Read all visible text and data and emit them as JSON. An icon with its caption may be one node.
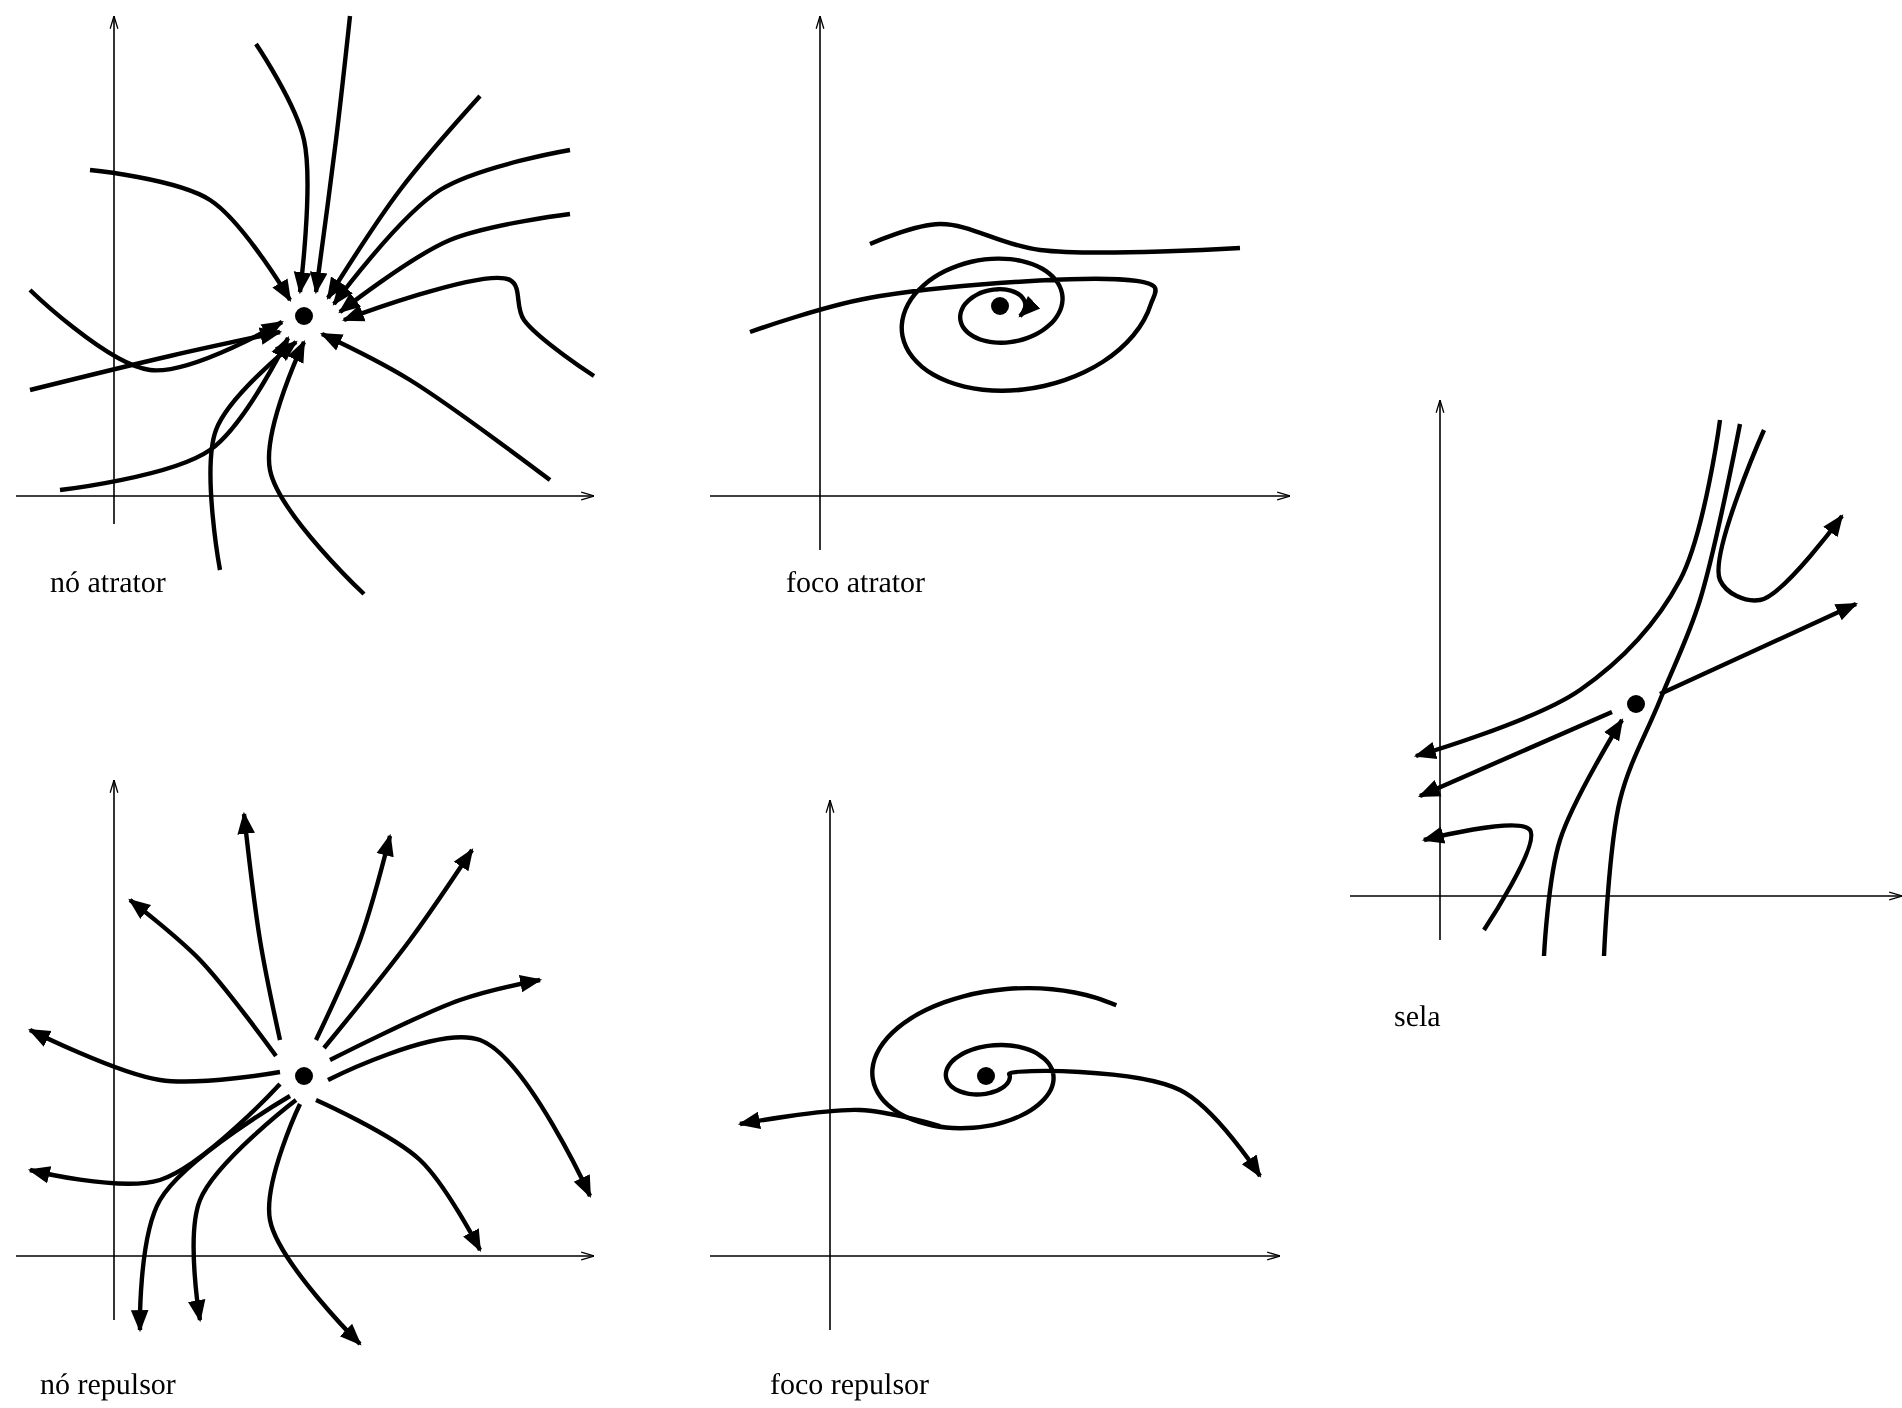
{
  "diagram": {
    "labels": [
      "nó atrator",
      "foco atrator",
      "sela",
      "nó repulsor",
      "foco repulsor"
    ]
  }
}
